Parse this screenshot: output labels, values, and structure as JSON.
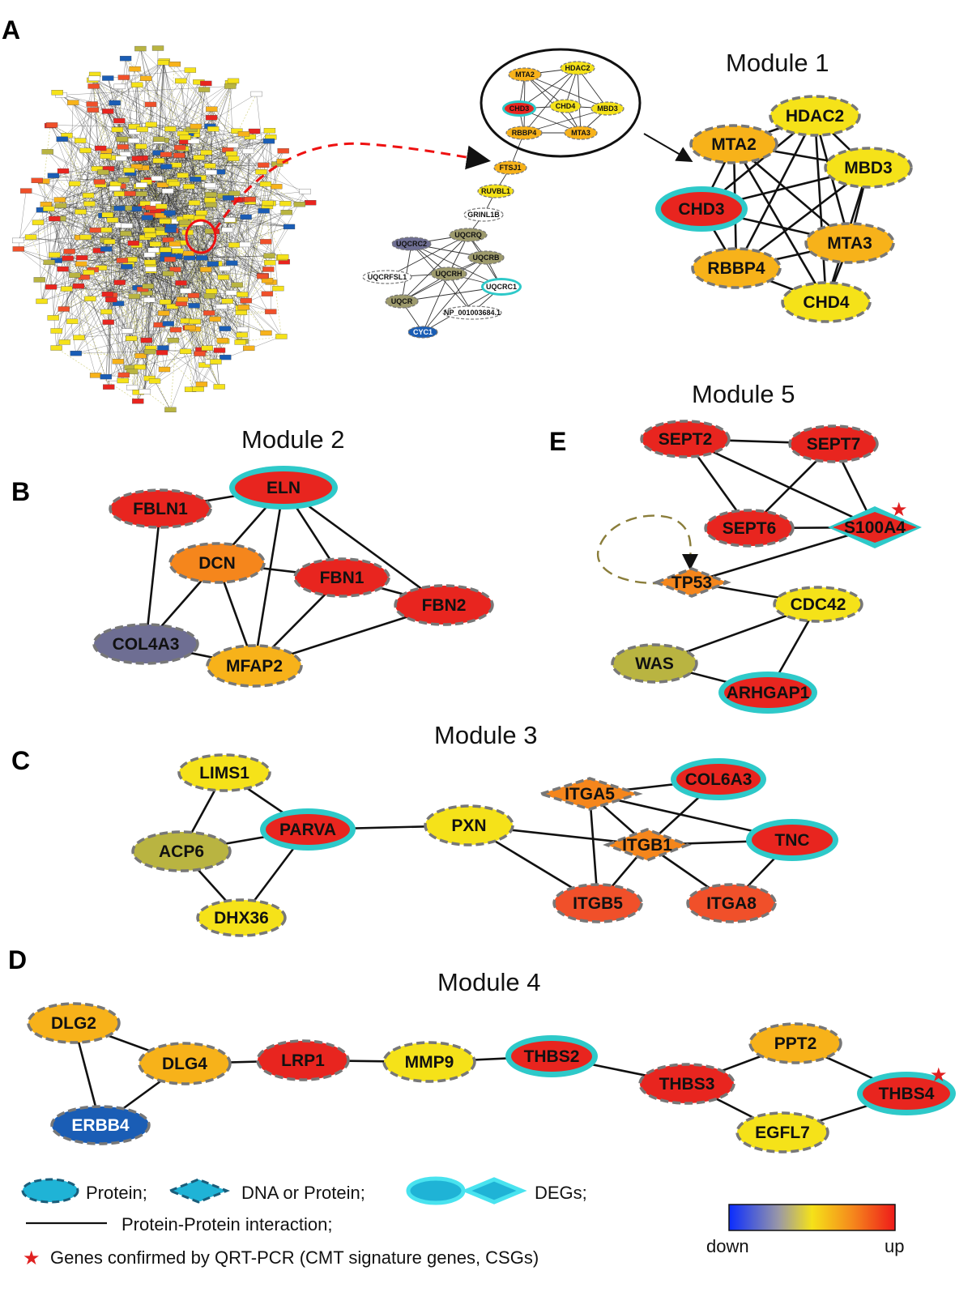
{
  "panels": [
    "A",
    "B",
    "C",
    "D",
    "E"
  ],
  "colors": {
    "red": "#e8251f",
    "orange_red": "#f0502a",
    "orange": "#f5861c",
    "yellow_orange": "#f7b21a",
    "yellow": "#f5e219",
    "olive": "#b9b441",
    "olive_gray": "#9d9a6c",
    "slate": "#6e6e93",
    "blue": "#1a5db5",
    "teal": "#2ec9c9",
    "dashed_border": "#777777",
    "star": "#e02020"
  },
  "modules": {
    "m1": {
      "title": "Module 1",
      "nodes": [
        {
          "id": "HDAC2",
          "label": "HDAC2"
        },
        {
          "id": "MTA2",
          "label": "MTA2"
        },
        {
          "id": "MBD3",
          "label": "MBD3"
        },
        {
          "id": "CHD3",
          "label": "CHD3"
        },
        {
          "id": "MTA3",
          "label": "MTA3"
        },
        {
          "id": "RBBP4",
          "label": "RBBP4"
        },
        {
          "id": "CHD4",
          "label": "CHD4"
        }
      ]
    },
    "m2": {
      "title": "Module 2",
      "nodes": [
        {
          "id": "ELN",
          "label": "ELN"
        },
        {
          "id": "FBLN1",
          "label": "FBLN1"
        },
        {
          "id": "DCN",
          "label": "DCN"
        },
        {
          "id": "FBN1",
          "label": "FBN1"
        },
        {
          "id": "FBN2",
          "label": "FBN2"
        },
        {
          "id": "COL4A3",
          "label": "COL4A3"
        },
        {
          "id": "MFAP2",
          "label": "MFAP2"
        }
      ]
    },
    "m3": {
      "title": "Module 3",
      "nodes": [
        {
          "id": "LIMS1",
          "label": "LIMS1"
        },
        {
          "id": "PARVA",
          "label": "PARVA"
        },
        {
          "id": "ACP6",
          "label": "ACP6"
        },
        {
          "id": "DHX36",
          "label": "DHX36"
        },
        {
          "id": "PXN",
          "label": "PXN"
        },
        {
          "id": "ITGA5",
          "label": "ITGA5"
        },
        {
          "id": "COL6A3",
          "label": "COL6A3"
        },
        {
          "id": "ITGB1",
          "label": "ITGB1"
        },
        {
          "id": "TNC",
          "label": "TNC"
        },
        {
          "id": "ITGB5",
          "label": "ITGB5"
        },
        {
          "id": "ITGA8",
          "label": "ITGA8"
        }
      ]
    },
    "m4": {
      "title": "Module 4",
      "nodes": [
        {
          "id": "DLG2",
          "label": "DLG2"
        },
        {
          "id": "DLG4",
          "label": "DLG4"
        },
        {
          "id": "ERBB4",
          "label": "ERBB4"
        },
        {
          "id": "LRP1",
          "label": "LRP1"
        },
        {
          "id": "MMP9",
          "label": "MMP9"
        },
        {
          "id": "THBS2",
          "label": "THBS2"
        },
        {
          "id": "THBS3",
          "label": "THBS3"
        },
        {
          "id": "PPT2",
          "label": "PPT2"
        },
        {
          "id": "EGFL7",
          "label": "EGFL7"
        },
        {
          "id": "THBS4",
          "label": "THBS4"
        }
      ]
    },
    "m5": {
      "title": "Module 5",
      "nodes": [
        {
          "id": "SEPT2",
          "label": "SEPT2"
        },
        {
          "id": "SEPT7",
          "label": "SEPT7"
        },
        {
          "id": "SEPT6",
          "label": "SEPT6"
        },
        {
          "id": "S100A4",
          "label": "S100A4"
        },
        {
          "id": "TP53",
          "label": "TP53"
        },
        {
          "id": "CDC42",
          "label": "CDC42"
        },
        {
          "id": "WAS",
          "label": "WAS"
        },
        {
          "id": "ARHGAP1",
          "label": "ARHGAP1"
        }
      ]
    }
  },
  "zoom": {
    "nodes": [
      {
        "id": "MTA2",
        "label": "MTA2"
      },
      {
        "id": "HDAC2",
        "label": "HDAC2"
      },
      {
        "id": "CHD3",
        "label": "CHD3"
      },
      {
        "id": "CHD4",
        "label": "CHD4"
      },
      {
        "id": "MBD3",
        "label": "MBD3"
      },
      {
        "id": "RBBP4",
        "label": "RBBP4"
      },
      {
        "id": "MTA3",
        "label": "MTA3"
      },
      {
        "id": "FTSJ1",
        "label": "FTSJ1"
      },
      {
        "id": "RUVBL1",
        "label": "RUVBL1"
      },
      {
        "id": "GRINL1B",
        "label": "GRINL1B"
      },
      {
        "id": "UQCRQ",
        "label": "UQCRQ"
      },
      {
        "id": "UQCRC2",
        "label": "UQCRC2"
      },
      {
        "id": "UQCRB",
        "label": "UQCRB"
      },
      {
        "id": "UQCRFSL1",
        "label": "UQCRFSL1"
      },
      {
        "id": "UQCRH",
        "label": "UQCRH"
      },
      {
        "id": "UQCRC1",
        "label": "UQCRC1"
      },
      {
        "id": "UQCR",
        "label": "UQCR"
      },
      {
        "id": "NP",
        "label": "NP_001003684.1"
      },
      {
        "id": "CYC1",
        "label": "CYC1"
      }
    ]
  },
  "legend": {
    "protein": "Protein;",
    "dna_or_protein": "DNA or Protein;",
    "degs": "DEGs;",
    "ppi": "Protein-Protein interaction;",
    "csg": "Genes confirmed by QRT-PCR (CMT signature genes, CSGs)",
    "star_glyph": "★",
    "colorbar_low": "down",
    "colorbar_high": "up"
  }
}
